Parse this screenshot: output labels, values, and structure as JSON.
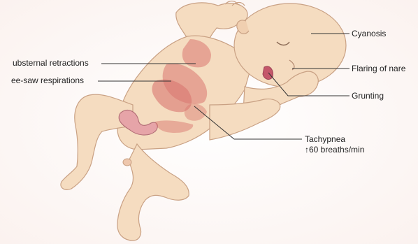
{
  "labels": {
    "cyanosis": "Cyanosis",
    "flaring": "Flaring of nare",
    "grunting": "Grunting",
    "substernal": "ubsternal retractions",
    "seesaw": "ee-saw respirations",
    "tachypnea_title": "Tachypnea",
    "tachypnea_rate": "↑60 breaths/min"
  },
  "colors": {
    "skin": "#f5dcc0",
    "skin_outline": "#c9a184",
    "retraction": "#d9776f",
    "leader_line": "#333333"
  }
}
